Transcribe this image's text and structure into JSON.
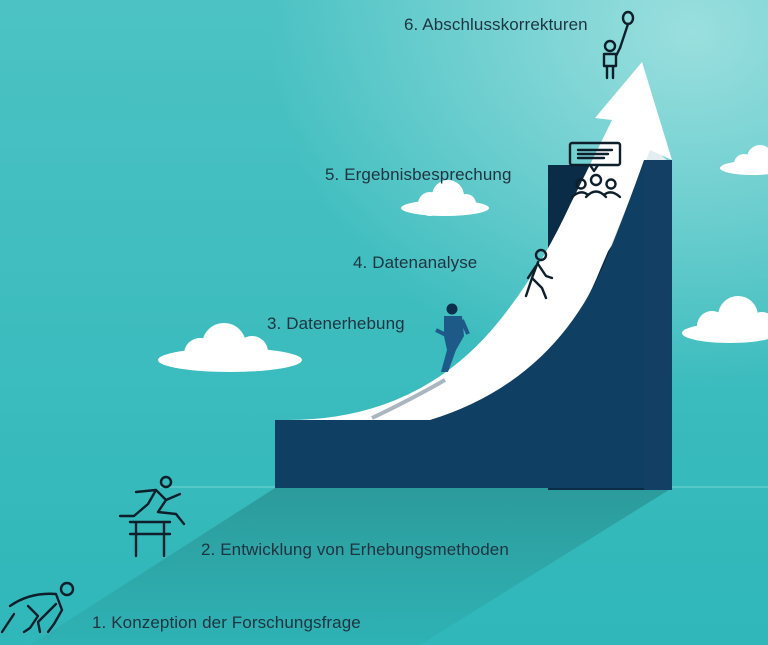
{
  "colors": {
    "sky_top": "#4cc2c4",
    "sky_bottom": "#2fb7b9",
    "sky_glow": "#a8e4e3",
    "block_front": "#0f3f63",
    "block_dark": "#0a2c47",
    "block_side": "#123f63",
    "arrow": "#ffffff",
    "arrow_shade": "#e3eef2",
    "shadow": "#2a9798",
    "cloud": "#ffffff",
    "text": "#1e3440",
    "icon_stroke": "#0d1f2a"
  },
  "steps": [
    {
      "label": "1. Konzeption der Forschungsfrage",
      "icon": "crouching-start-runner-icon"
    },
    {
      "label": "2. Entwicklung von Erhebungsmethoden",
      "icon": "hurdle-jumper-icon"
    },
    {
      "label": "3. Datenerhebung",
      "icon": "running-person-figure"
    },
    {
      "label": "4. Datenanalyse",
      "icon": "walking-person-icon"
    },
    {
      "label": "5. Ergebnisbesprechung",
      "icon": "group-discussion-icon"
    },
    {
      "label": "6. Abschlusskorrekturen",
      "icon": "person-with-balloon-icon"
    }
  ]
}
